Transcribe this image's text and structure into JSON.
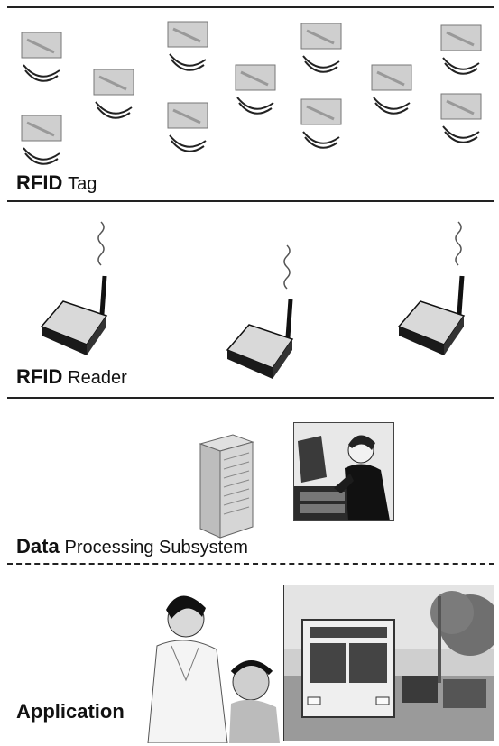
{
  "layers": [
    {
      "id": "tag",
      "strong": "RFID",
      "rest": "Tag"
    },
    {
      "id": "reader",
      "strong": "RFID",
      "rest": "Reader"
    },
    {
      "id": "data",
      "strong": "Data",
      "rest": "Processing Subsystem"
    },
    {
      "id": "application",
      "strong": "Application",
      "rest": ""
    }
  ]
}
